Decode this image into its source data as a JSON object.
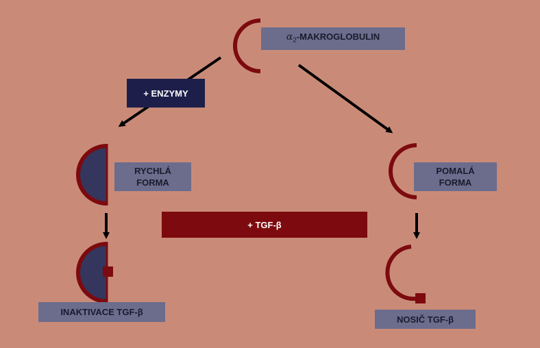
{
  "labels": {
    "macroglobulin_symbol": "α",
    "macroglobulin_sub": "2",
    "macroglobulin_text": "-MAKROGLOBULIN",
    "enzymes": "+ ENZYMY",
    "fast_form_line1": "RYCHLÁ",
    "fast_form_line2": "FORMA",
    "slow_form_line1": "POMALÁ",
    "slow_form_line2": "FORMA",
    "tgf": "+ TGF-β",
    "inactivation": "INAKTIVACE TGF-β",
    "carrier": "NOSIČ TGF-β"
  },
  "colors": {
    "background": "#c98b78",
    "molecule": "#7c0a0e",
    "fill": "#34365e",
    "label_box": "#6c6c8c",
    "enzyme_box": "#1d1f4a",
    "arrow": "#000000"
  }
}
